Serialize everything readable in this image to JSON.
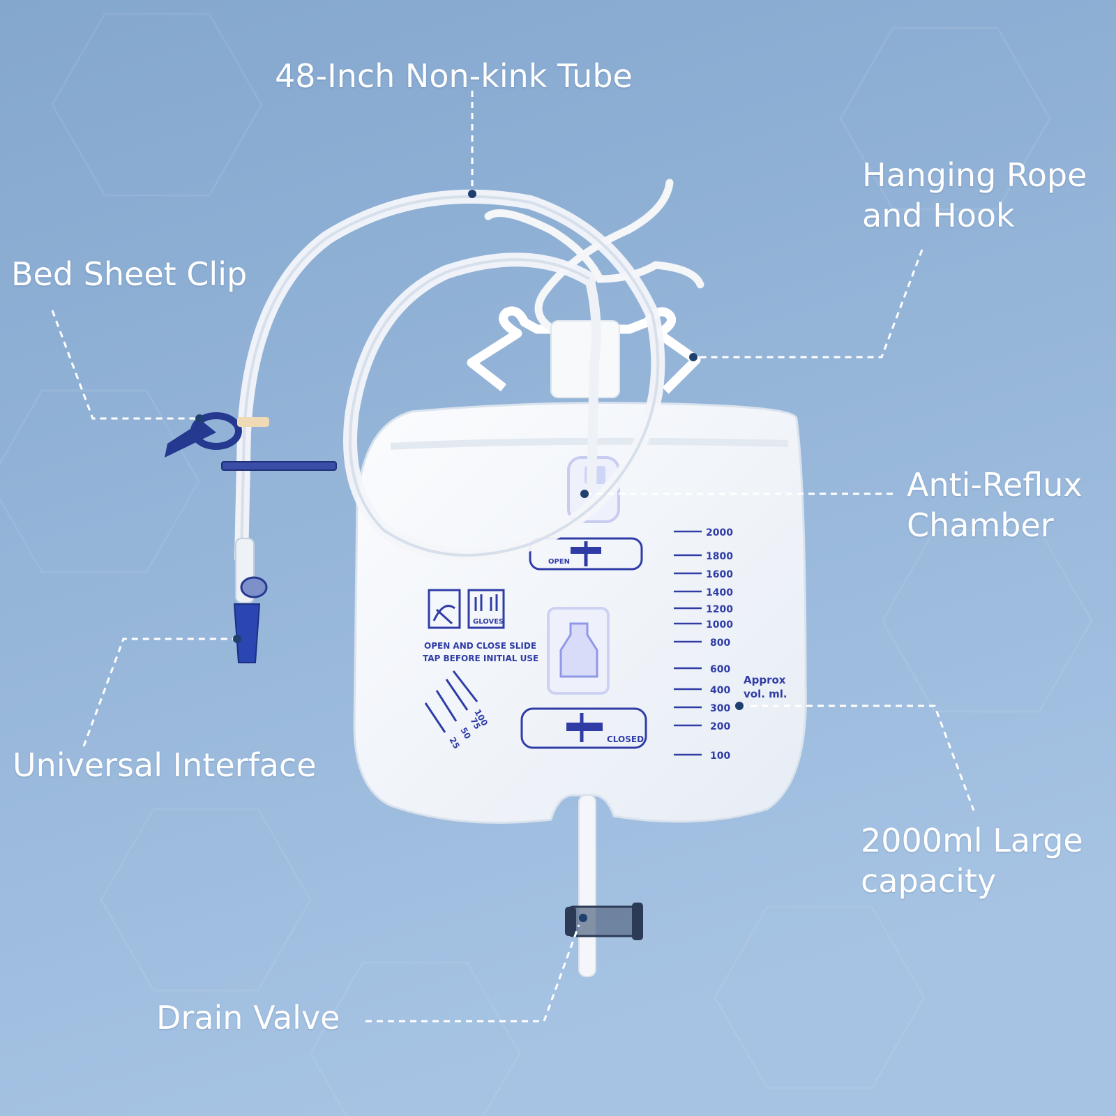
{
  "colors": {
    "background_top": "#86a9cf",
    "background_bottom": "#a7c4e4",
    "label_text": "#ffffff",
    "leader_line": "#ffffff",
    "marker_dot": "#1f3f6e",
    "print_ink": "#2f3ca6",
    "valve_blue": "#253f9a"
  },
  "callouts": {
    "tube": "48-Inch Non-kink Tube",
    "rope_line1": "Hanging Rope",
    "rope_line2": "and Hook",
    "clip": "Bed Sheet Clip",
    "antireflux_line1": "Anti-Reflux",
    "antireflux_line2": "Chamber",
    "interface": "Universal Interface",
    "capacity_line1": "2000ml Large",
    "capacity_line2": "capacity",
    "drain": "Drain Valve"
  },
  "bag_print": {
    "scale_marks": [
      "2000",
      "1800",
      "1600",
      "1400",
      "1200",
      "1000",
      "800",
      "600",
      "400",
      "300",
      "200",
      "100"
    ],
    "approx_line1": "Approx",
    "approx_line2": "vol. ml.",
    "open_label": "OPEN",
    "closed_label": "CLOSED",
    "gloves_label": "GLOVES",
    "instruction_line1": "OPEN AND CLOSE SLIDE",
    "instruction_line2": "TAP BEFORE INITIAL USE",
    "chamber_marks": [
      "100",
      "75",
      "50",
      "25"
    ]
  }
}
